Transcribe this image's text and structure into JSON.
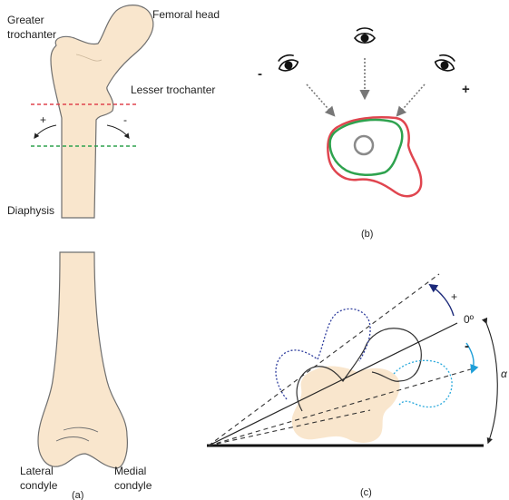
{
  "labels": {
    "greater_trochanter_line1": "Greater",
    "greater_trochanter_line2": "trochanter",
    "femoral_head": "Femoral head",
    "lesser_trochanter": "Lesser trochanter",
    "diaphysis": "Diaphysis",
    "lateral_condyle_line1": "Lateral",
    "lateral_condyle_line2": "condyle",
    "medial_condyle_line1": "Medial",
    "medial_condyle_line2": "condyle"
  },
  "signs": {
    "a_plus": "+",
    "a_minus": "-",
    "b_minus": "-",
    "b_plus": "+",
    "c_plus": "+",
    "c_minus": "-"
  },
  "angle_labels": {
    "zero": "0º",
    "alpha": "α"
  },
  "captions": {
    "a": "(a)",
    "b": "(b)",
    "c": "(c)"
  },
  "colors": {
    "bone_fill": "#f9e6cd",
    "bone_stroke": "#6f6f6f",
    "red_line": "#e0454f",
    "green_line": "#2ea24e",
    "blue_dotted": "#2f3e9e",
    "cyan_dotted": "#2aa9dc",
    "cyan_arrow": "#1f9fd8",
    "navy_arrow": "#1c2a7a"
  },
  "icons": [
    "eye-icon-left",
    "eye-icon-top",
    "eye-icon-right"
  ]
}
